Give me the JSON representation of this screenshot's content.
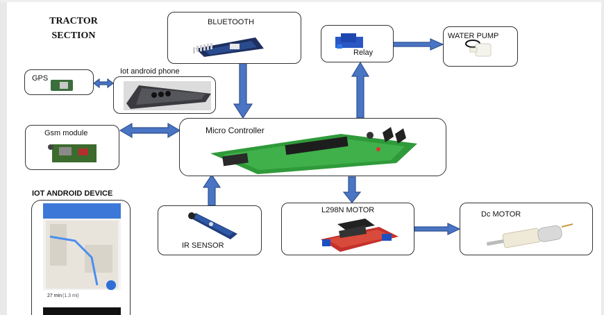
{
  "section_title": [
    "TRACTOR",
    "SECTION"
  ],
  "device_heading": "IOT ANDROID DEVICE",
  "blocks": {
    "bluetooth": "BLUETOOTH",
    "relay": "Relay",
    "water_pump": "WATER PUMP",
    "gps": "GPS",
    "android_phone": "Iot android phone",
    "gsm": "Gsm module",
    "micro_controller": "Micro Controller",
    "ir_sensor": "IR SENSOR",
    "l298n": "L298N MOTOR",
    "dc_motor": "Dc MOTOR"
  },
  "phone_screen": {
    "trip_time": "27 min",
    "trip_distance": "(1.3 mi)"
  },
  "colors": {
    "arrow_fill": "#4a75c4",
    "arrow_stroke": "#2f528f",
    "pcb_green": "#2f9a3a",
    "relay_blue": "#1f5fd0",
    "motor_driver_red": "#c4302b"
  }
}
